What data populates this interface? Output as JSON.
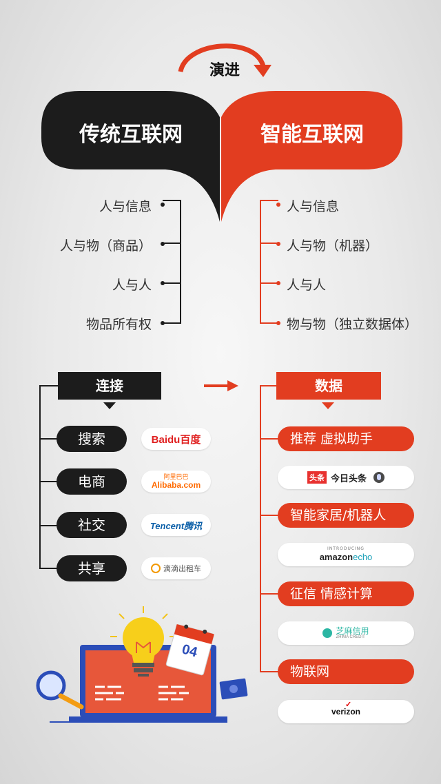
{
  "evolve_label": "演进",
  "traditional": {
    "title": "传统互联网",
    "items": [
      "人与信息",
      "人与物（商品）",
      "人与人",
      "物品所有权"
    ]
  },
  "smart": {
    "title": "智能互联网",
    "items": [
      "人与信息",
      "人与物（机器）",
      "人与人",
      "物与物（独立数据体）"
    ]
  },
  "connect": {
    "title": "连接",
    "rows": [
      {
        "label": "搜索",
        "logo": "Baidu百度"
      },
      {
        "label": "电商",
        "logo_cn": "阿里巴巴",
        "logo_en": "Alibaba.com"
      },
      {
        "label": "社交",
        "logo": "Tencent腾讯"
      },
      {
        "label": "共享",
        "logo": "滴滴出租车"
      }
    ]
  },
  "data": {
    "title": "数据",
    "rows": [
      {
        "label": "推荐  虚拟助手",
        "logo": "今日头条",
        "logo_tag": "头条"
      },
      {
        "label": "智能家居/机器人",
        "logo_intro": "INTRODUCING",
        "logo_name": "amazon",
        "logo_extra": "echo"
      },
      {
        "label": "征信  情感计算",
        "logo": "芝麻信用",
        "logo_en": "ZHIMA CREDIT"
      },
      {
        "label": "物联网",
        "logo": "verizon"
      }
    ]
  },
  "illustration": {
    "calendar_number": "04"
  },
  "colors": {
    "dark": "#1c1c1c",
    "accent": "#e23d20",
    "background": "#ececec"
  },
  "icons": [
    "curved-arrow-icon",
    "right-arrow-icon",
    "lightbulb-icon",
    "calendar-icon",
    "magnifier-icon",
    "laptop-icon",
    "video-icon"
  ]
}
